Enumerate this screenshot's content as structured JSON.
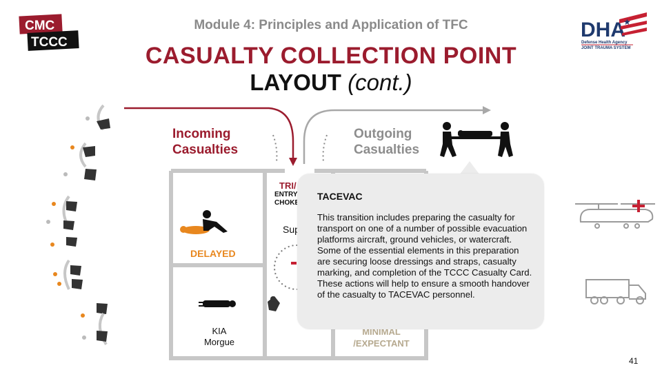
{
  "header": {
    "module_title": "Module 4: Principles and Application of TFC",
    "title_line1": "CASUALTY COLLECTION POINT",
    "title_line2_bold": "LAYOUT",
    "title_line2_italic": "(cont.)"
  },
  "logos": {
    "cmc": "CMC",
    "tccc": "TCCC",
    "dha": "DHA",
    "dha_line1": "Defense Health Agency",
    "dha_line2": "JOINT TRAUMA SYSTEM"
  },
  "diagram": {
    "incoming_label_line1": "Incoming",
    "incoming_label_line2": "Casualties",
    "outgoing_label_line1": "Outgoing",
    "outgoing_label_line2": "Casualties",
    "delayed_label": "DELAYED",
    "kia_line1": "KIA",
    "kia_line2": "Morgue",
    "triage_label": "TRI/",
    "entry_line1": "ENTRY",
    "entry_line2": "CHOKE",
    "sup_label": "Sup",
    "minimal_line1": "MINIMAL",
    "minimal_line2": "/EXPECTANT"
  },
  "tooltip": {
    "title": "TACEVAC",
    "body": "This transition includes preparing the casualty for transport on one of a number of possible evacuation platforms aircraft, ground vehicles, or watercraft. Some of the essential elements in this preparation are securing loose dressings and straps, casualty marking, and completion of the TCCC Casualty Card. These actions will help to ensure a smooth handover of the casualty to TACEVAC personnel."
  },
  "footer": {
    "page_number": "41"
  },
  "colors": {
    "maroon": "#9b1c2e",
    "orange": "#e8871e",
    "gray": "#8d8d8d",
    "navy": "#1f3a6e",
    "red": "#c62032"
  }
}
